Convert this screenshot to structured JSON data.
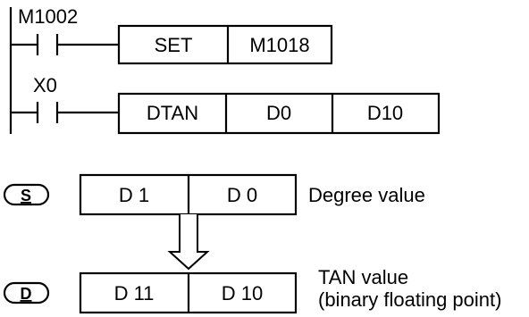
{
  "ladder": {
    "rung1": {
      "contact": "M1002",
      "instruction": [
        "SET",
        "M1018"
      ]
    },
    "rung2": {
      "contact": "X0",
      "instruction": [
        "DTAN",
        "D0",
        "D10"
      ]
    }
  },
  "operands": {
    "source": {
      "marker": "S",
      "cells": [
        "D 1",
        "D 0"
      ],
      "description": "Degree value"
    },
    "destination": {
      "marker": "D",
      "cells": [
        "D 11",
        "D 10"
      ],
      "description_lines": [
        "TAN value",
        "(binary floating point)"
      ]
    }
  },
  "colors": {
    "line": "#000000",
    "background": "#ffffff"
  }
}
